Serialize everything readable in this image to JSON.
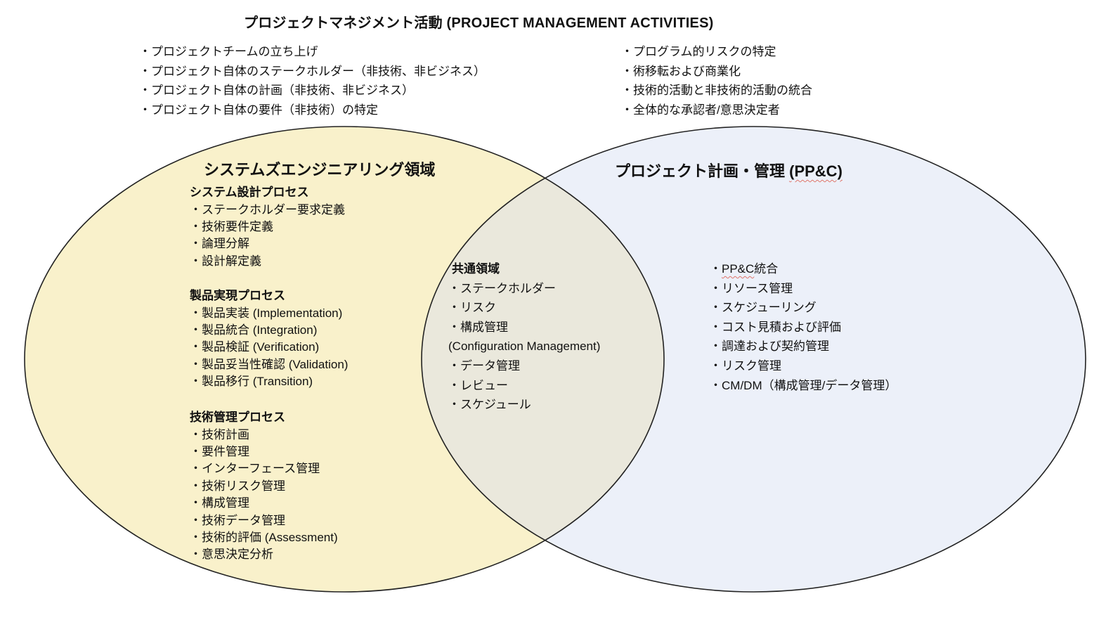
{
  "page": {
    "title": "プロジェクトマネジメント活動 (PROJECT MANAGEMENT ACTIVITIES)"
  },
  "colors": {
    "se_fill": "#F9F1CB",
    "ppc_fill": "#ECF0F9",
    "overlap_fill": "#EAE8DC",
    "outline": "#222222",
    "spellcheck_underline": "#E0756B"
  },
  "top_left_list": {
    "items": [
      "・プロジェクトチームの立ち上げ",
      "・プロジェクト自体のステークホルダー（非技術、非ビジネス）",
      "・プロジェクト自体の計画（非技術、非ビジネス）",
      "・プロジェクト自体の要件（非技術）の特定"
    ]
  },
  "top_right_list": {
    "items": [
      "・プログラム的リスクの特定",
      "・術移転および商業化",
      "・技術的活動と非技術的活動の統合",
      "・全体的な承認者/意思決定者"
    ]
  },
  "left_ellipse": {
    "title": "システムズエンジニアリング領域",
    "section_design": {
      "heading": "システム設計プロセス",
      "items": [
        "・ステークホルダー要求定義",
        "・技術要件定義",
        "・論理分解",
        "・設計解定義"
      ]
    },
    "section_realization": {
      "heading": "製品実現プロセス",
      "items": [
        "・製品実装 (Implementation)",
        "・製品統合 (Integration)",
        "・製品検証 (Verification)",
        "・製品妥当性確認 (Validation)",
        "・製品移行 (Transition)"
      ]
    },
    "section_management": {
      "heading": "技術管理プロセス",
      "items": [
        "・技術計画",
        "・要件管理",
        "・インターフェース管理",
        "・技術リスク管理",
        "・構成管理",
        "・技術データ管理",
        "・技術的評価 (Assessment)",
        "・意思決定分析"
      ]
    }
  },
  "overlap": {
    "heading": "共通領域",
    "items": [
      "・ステークホルダー",
      "・リスク",
      "・構成管理",
      "(Configuration Management)",
      "・データ管理",
      "・レビュー",
      "・スケジュール"
    ]
  },
  "right_ellipse": {
    "title_prefix": "プロジェクト計画・管理 ",
    "title_wavy": "(PP&C)",
    "first_item": {
      "bullet": "・",
      "wavy": "PP&C",
      "rest": "統合"
    },
    "items": [
      "・リソース管理",
      "・スケジューリング",
      "・コスト見積および評価",
      "・調達および契約管理",
      "・リスク管理",
      "・CM/DM（構成管理/データ管理）"
    ]
  }
}
